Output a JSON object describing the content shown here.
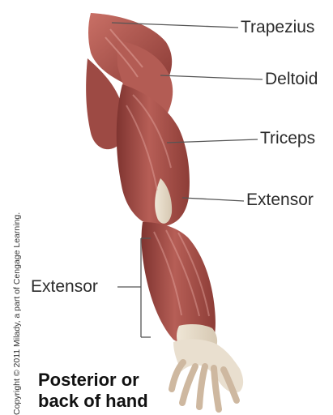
{
  "labels": {
    "trapezius": "Trapezius",
    "deltoid": "Deltoid",
    "triceps": "Triceps",
    "extensor_upper": "Extensor",
    "extensor_forearm": "Extensor"
  },
  "caption": {
    "line1": "Posterior or",
    "line2": "back of hand"
  },
  "copyright": "Copyright © 2011 Milady, a part of Cengage Learning.",
  "colors": {
    "muscle_dark": "#8f3d38",
    "muscle_mid": "#b9645c",
    "muscle_light": "#d89a90",
    "tendon": "#e9dfcf",
    "leader_line": "#555555",
    "text": "#2b2b2b"
  },
  "icons": {
    "figure": "arm-muscle-illustration"
  }
}
